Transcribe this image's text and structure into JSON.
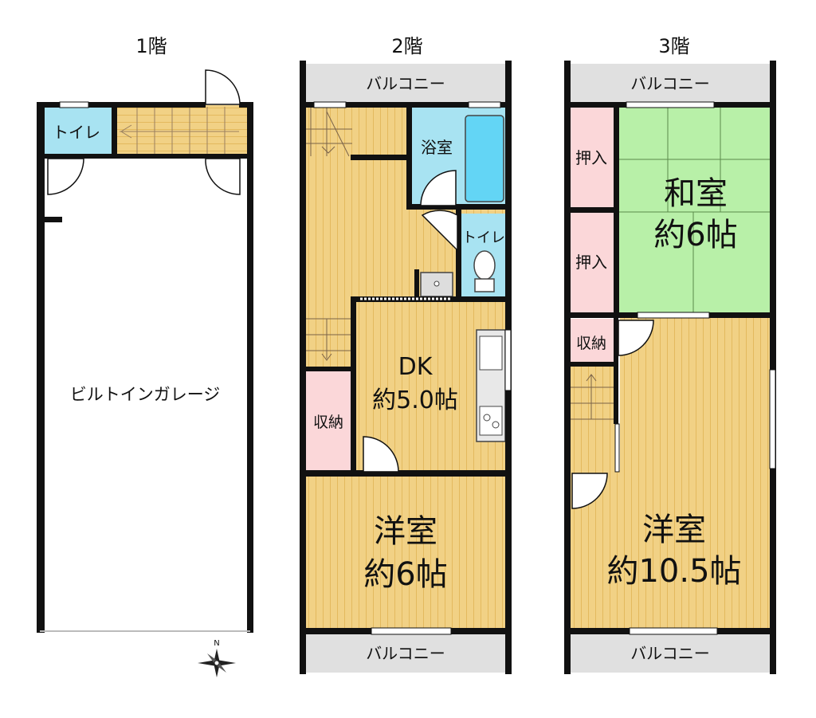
{
  "floors": [
    {
      "title": "1階",
      "rooms": {
        "toilet": "トイレ",
        "garage": "ビルトインガレージ"
      }
    },
    {
      "title": "2階",
      "rooms": {
        "balcony_top": "バルコニー",
        "bath": "浴室",
        "toilet": "トイレ",
        "dk_name": "DK",
        "dk_size": "約5.0帖",
        "storage": "収納",
        "western_name": "洋室",
        "western_size": "約6帖",
        "balcony_bottom": "バルコニー"
      }
    },
    {
      "title": "3階",
      "rooms": {
        "balcony_top": "バルコニー",
        "closet_1": "押入",
        "closet_2": "押入",
        "japanese_name": "和室",
        "japanese_size": "約6帖",
        "storage": "収納",
        "western_name": "洋室",
        "western_size": "約10.5帖",
        "balcony_bottom": "バルコニー"
      }
    }
  ],
  "compass": {
    "north_label": "N"
  },
  "colors": {
    "wood": "#f1d185",
    "wood_stripe": "#e3b95e",
    "balcony": "#e0e0e0",
    "wet_area": "#a8e3f2",
    "bathtub": "#63d5f5",
    "storage": "#fbd7d9",
    "tatami": "#b8f0a8",
    "wall": "#111111"
  }
}
